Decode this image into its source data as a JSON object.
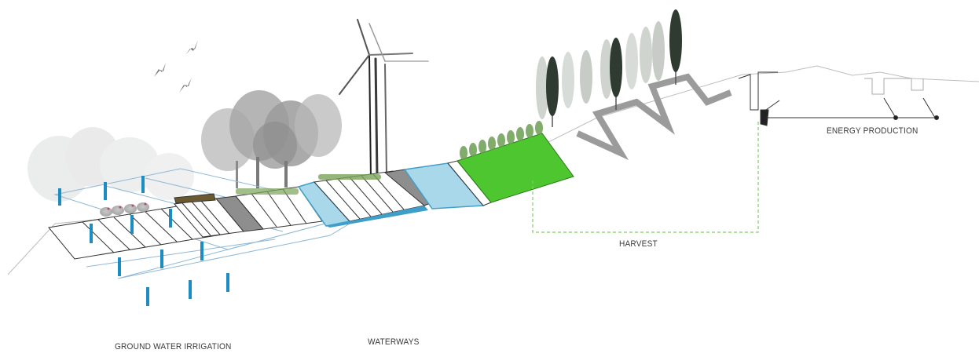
{
  "labels": {
    "ground_water_irrigation": "GROUND WATER IRRIGATION",
    "waterways": "WATERWAYS",
    "harvest": "HARVEST",
    "energy_production": "ENERGY PRODUCTION"
  },
  "colors": {
    "water": "#a9d8ea",
    "water_edge": "#3f9fc9",
    "irrigation_post": "#1b8dc2",
    "harvest_field": "#4dc62f",
    "path_grey": "#9b9b9b",
    "cypress_dark": "#2f3a30",
    "harvest_line": "#7fcf63"
  }
}
